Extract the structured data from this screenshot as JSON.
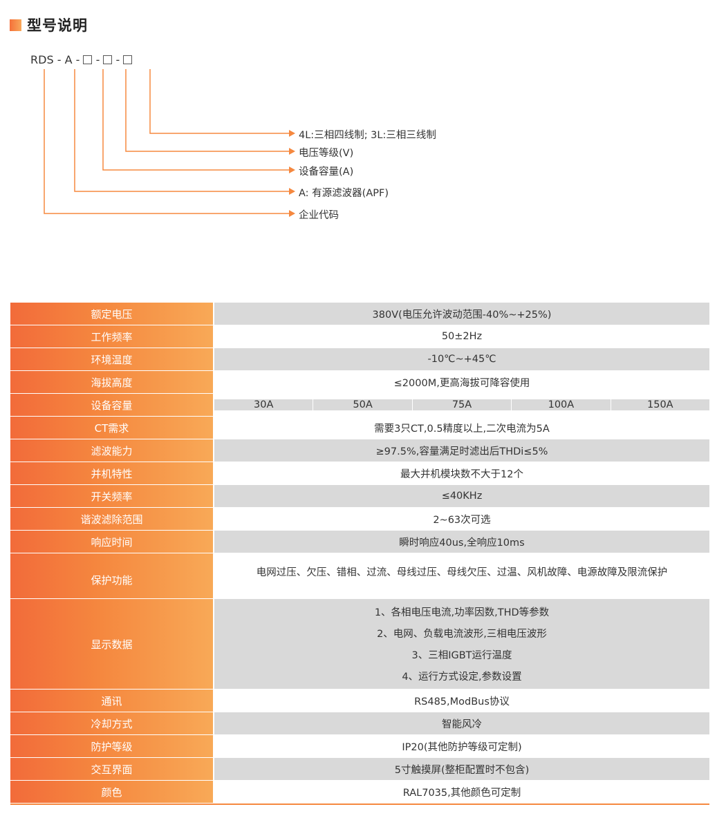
{
  "section": {
    "title": "型号说明"
  },
  "model": {
    "parts": [
      "RDS",
      "A"
    ],
    "sep": "-",
    "labels": [
      "4L:三相四线制; 3L:三相三线制",
      "电压等级(V)",
      "设备容量(A)",
      "A: 有源滤波器(APF)",
      "企业代码"
    ]
  },
  "colors": {
    "accent": "#f5883f",
    "accent_dark": "#f26b3a",
    "accent_light": "#f8a957",
    "row_gray": "#d9d9d9"
  },
  "specs": [
    {
      "label": "额定电压",
      "value": "380V(电压允许波动范围-40%~+25%)"
    },
    {
      "label": "工作频率",
      "value": "50±2Hz"
    },
    {
      "label": "环境温度",
      "value": "-10℃~+45℃"
    },
    {
      "label": "海拔高度",
      "value": "≤2000M,更高海拔可降容使用"
    },
    {
      "label": "设备容量",
      "values": [
        "30A",
        "50A",
        "75A",
        "100A",
        "150A"
      ]
    },
    {
      "label": "CT需求",
      "value": "需要3只CT,0.5精度以上,二次电流为5A"
    },
    {
      "label": "滤波能力",
      "value": "≥97.5%,容量满足时滤出后THDi≤5%"
    },
    {
      "label": "并机特性",
      "value": "最大并机模块数不大于12个"
    },
    {
      "label": "开关频率",
      "value": "≤40KHz"
    },
    {
      "label": "谐波滤除范围",
      "value": "2~63次可选"
    },
    {
      "label": "响应时间",
      "value": "瞬时响应40us,全响应10ms"
    },
    {
      "label": "保护功能",
      "value": "电网过压、欠压、错相、过流、母线过压、母线欠压、过温、风机故障、电源故障及限流保护"
    },
    {
      "label": "显示数据",
      "lines": [
        "1、各相电压电流,功率因数,THD等参数",
        "2、电网、负载电流波形,三相电压波形",
        "3、三相IGBT运行温度",
        "4、运行方式设定,参数设置"
      ]
    },
    {
      "label": "通讯",
      "value": "RS485,ModBus协议"
    },
    {
      "label": "冷却方式",
      "value": "智能风冷"
    },
    {
      "label": "防护等级",
      "value": "IP20(其他防护等级可定制)"
    },
    {
      "label": "交互界面",
      "value": "5寸触摸屏(整柜配置时不包含)"
    },
    {
      "label": "颜色",
      "value": "RAL7035,其他颜色可定制"
    }
  ]
}
